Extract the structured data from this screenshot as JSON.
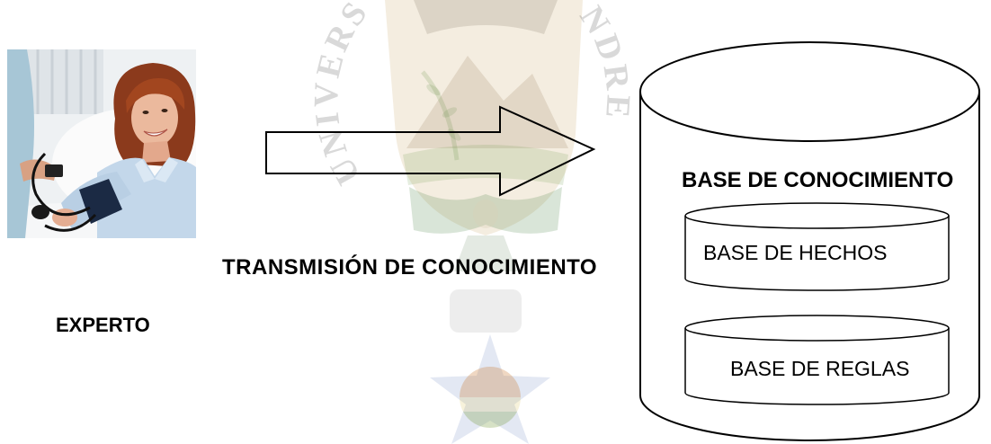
{
  "expert": {
    "label": "EXPERTO",
    "image": "expert-photo"
  },
  "transmission": {
    "label": "TRANSMISIÓN DE CONOCIMIENTO",
    "icon": "right-arrow-icon"
  },
  "knowledge_base": {
    "title": "BASE DE CONOCIMIENTO",
    "facts_base": "BASE DE HECHOS",
    "rules_base": "BASE DE REGLAS",
    "icon": "database-cylinder-icon"
  },
  "watermark": {
    "seal_lettering_left": "UNIVERS",
    "seal_lettering_right": "NDRE"
  },
  "colors": {
    "outline": "#000000",
    "text": "#000000",
    "background": "#ffffff"
  }
}
